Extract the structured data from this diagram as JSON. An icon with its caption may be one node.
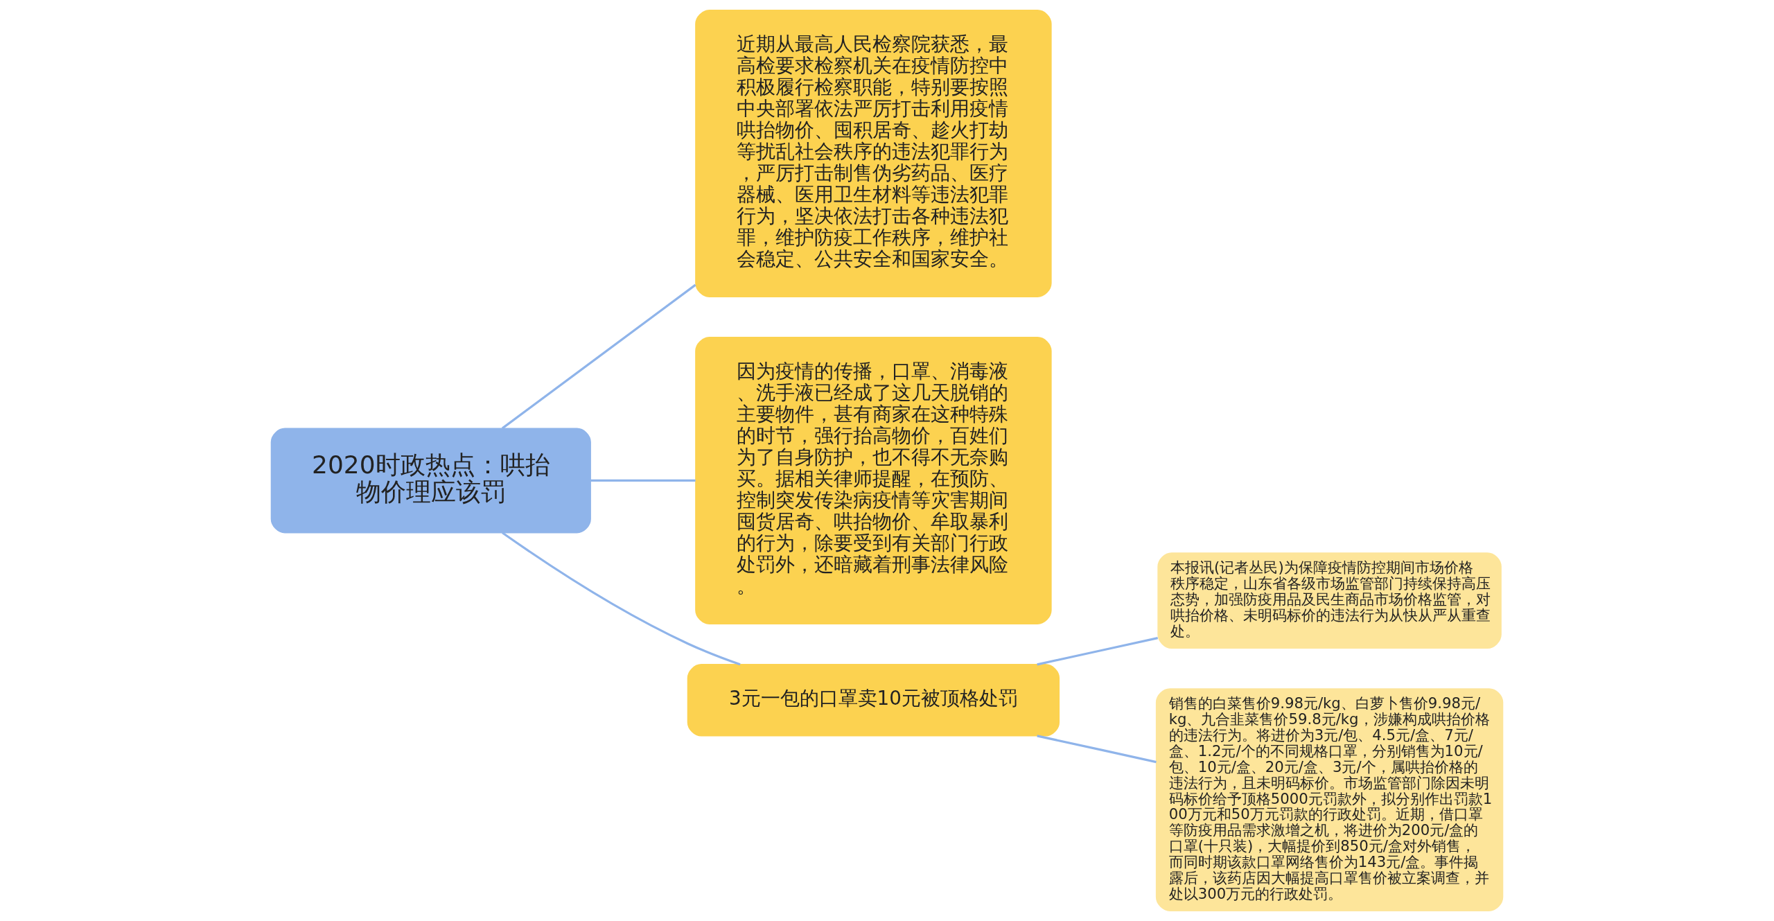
{
  "diagram": {
    "nodes": [
      {
        "text": [
          "2020时政热点：哄抬物价理应该罚"
        ]
      },
      {
        "text": [
          "近期从最高人民检察院获悉，最高检要求检察机关在疫情防控中积极履行检察职能，特别要按照中央部署依法严厉打击利用疫情哄抬物价、囤积居奇、趁火打劫等扰乱社会秩序的违法犯罪行为，严厉打击制售伪劣药品、医疗器械、医用卫生材料等违法犯罪行为，坚决依法打击各种违法犯罪，维护防疫工作秩序，维护社会稳定、公共安全和国家安全。"
        ]
      },
      {
        "text": [
          "因为疫情的传播，口罩、消毒液、洗手液已经成了这几天脱销的主要物件，甚有商家在这种特殊的时节，强行抬高物价，百姓们为了自身防护，也不得不无奈购买。据相关律师提醒，在预防、控制突发传染病疫情等灾害期间囤货居奇、哄抬物价、牟取暴利的行为，除要受到有关部门行政处罚外，还暗藏着刑事法律风险。"
        ]
      },
      {
        "text": [
          "3元一包的口罩卖10元被顶格处罚"
        ]
      },
      {
        "text": [
          "本报讯(记者丛民)为保障疫情防控期间市场价格秩序稳定，山东省各级市场监管部门持续保持高压态势，加强防疫用品及民生商品市场价格监管，对哄抬价格、未明码标价的违法行为从快从严从重查处。"
        ]
      },
      {
        "text": [
          "销售的白菜售价9.98元/kg、白萝卜售价9.98元/kg、九合韭菜售价59.8元/kg，涉嫌构成哄抬价格的违法行为。将进价为3元/包、4.5元/盒、7元/盒、1.2元/个的不同规格口罩，分别销售为10元/包、10元/盒、20元/盒、3元/个，属哄抬价格的违法行为，且未明码标价。市场监管部门除因未明码标价给予顶格5000元罚款外，拟分别作出罚款100万元和50万元罚款的行政处罚。近期，借口罩等防疫用品需求激增之机，将进价为200元/盒的口罩(十只装)，大幅提价到850元/盒对外销售，而同时期该款口罩网络售价为143元/盒。事件揭露后，该药店因大幅提高口罩售价被立案调查，并处以300万元的行政处罚。"
        ]
      }
    ],
    "edges": [
      {
        "from": 0,
        "to": 1,
        "arrow": "none"
      },
      {
        "from": 0,
        "to": 2,
        "arrow": "none"
      },
      {
        "from": 0,
        "to": 3,
        "arrow": "none"
      },
      {
        "from": 3,
        "to": 4,
        "arrow": "none"
      },
      {
        "from": 3,
        "to": 5,
        "arrow": "none"
      }
    ]
  }
}
